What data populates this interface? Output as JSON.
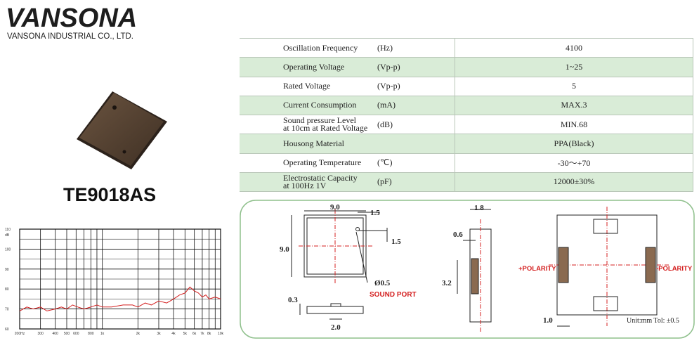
{
  "logo": {
    "brand": "VANSONA",
    "company": "VANSONA INDUSTRIAL CO., LTD."
  },
  "model": "TE9018AS",
  "specs": [
    {
      "name": "Oscillation Frequency",
      "unit": "(Hz)",
      "value": "4100"
    },
    {
      "name": "Operating Voltage",
      "unit": "(Vp-p)",
      "value": "1~25"
    },
    {
      "name": "Rated Voltage",
      "unit": "(Vp-p)",
      "value": "5"
    },
    {
      "name": "Current Consumption",
      "unit": "(mA)",
      "value": "MAX.3"
    },
    {
      "name": "Sound pressure Level",
      "name2": "at 10cm at Rated Voltage",
      "unit": "(dB)",
      "value": "MIN.68"
    },
    {
      "name": "Housong Material",
      "unit": "",
      "value": "PPA(Black)"
    },
    {
      "name": "Operating Temperature",
      "unit": "(℃)",
      "value": "-30～+70"
    },
    {
      "name": "Electrostatic Capacity",
      "name2": "at 100Hz 1V",
      "unit": "(pF)",
      "value": "12000±30%"
    }
  ],
  "drawing": {
    "dim_width": "9.0",
    "dim_height": "9.0",
    "dim_port_offset_x": "1.5",
    "dim_port_offset_y": "1.5",
    "dim_port_dia": "Ø0.5",
    "sound_port": "SOUND PORT",
    "dim_height_side": "0.3",
    "dim_port_w": "2.0",
    "dim_thickness": "1.8",
    "dim_pad_inset": "0.6",
    "dim_pad_len": "3.2",
    "pos_polarity": "+POLARITY",
    "neg_polarity": "-POLARITY",
    "dim_pad_w": "1.0",
    "units_note": "Unit:mm  Tol: ±0.5"
  },
  "chart_data": {
    "type": "line",
    "title": "",
    "xlabel": "",
    "ylabel": "",
    "x_ticks": [
      "200Hz",
      "300",
      "400",
      "500",
      "600",
      "800",
      "1k",
      "2k",
      "3k",
      "4k",
      "5k",
      "6k",
      "7k",
      "8k",
      "10k"
    ],
    "y_ticks": [
      "110",
      "100",
      "90",
      "80",
      "70",
      "60"
    ],
    "y_top_unit": "dB",
    "ylim": [
      60,
      110
    ],
    "series": [
      {
        "color": "#d42020",
        "x": [
          200,
          230,
          260,
          300,
          340,
          400,
          450,
          500,
          560,
          620,
          700,
          800,
          900,
          1000,
          1200,
          1500,
          1800,
          2000,
          2300,
          2600,
          3000,
          3500,
          4000,
          4500,
          5000,
          5500,
          6000,
          6500,
          7000,
          7500,
          8000,
          9000,
          10000
        ],
        "y": [
          69,
          71,
          70,
          71,
          69,
          70,
          71,
          70,
          72,
          71,
          70,
          71,
          72,
          71,
          71,
          72,
          72,
          71,
          73,
          72,
          74,
          73,
          75,
          77,
          78,
          81,
          79,
          78,
          76,
          77,
          75,
          76,
          75
        ]
      }
    ]
  },
  "colors": {
    "green_row": "#d9ecd7",
    "panel_border": "#8fc08c",
    "chart_line": "#d42020",
    "dim_red": "#d42020"
  }
}
